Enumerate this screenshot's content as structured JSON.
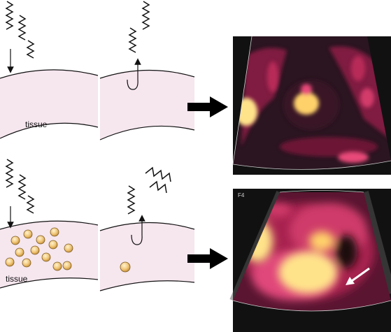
{
  "labels": {
    "tissue_top": "tissue",
    "tissue_bottom": "tissue",
    "echo_frame": "F4"
  },
  "colors": {
    "tissue_fill": "#f6e6ee",
    "bubble_fill": "#f1c77a",
    "bubble_stroke": "#7a5a24",
    "echo_background": "#111111",
    "echo_hot": "#ffe38a",
    "echo_warm": "#d23a6b",
    "echo_deep": "#6a1030"
  }
}
